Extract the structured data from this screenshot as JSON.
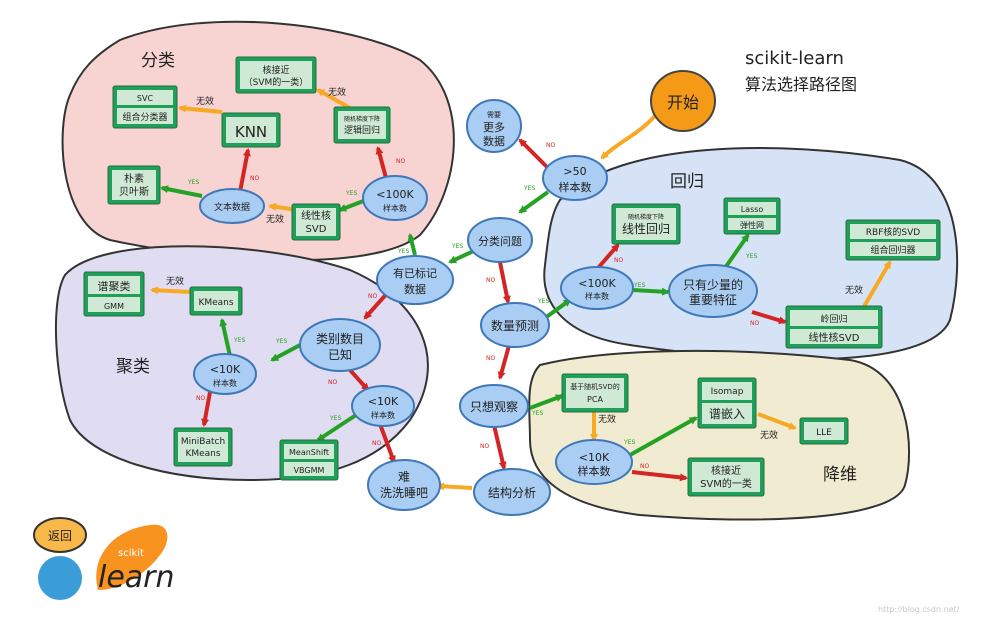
{
  "title": {
    "line1": "scikit-learn",
    "line2": "算法选择路径图"
  },
  "regions": {
    "classification": "分类",
    "regression": "回归",
    "clustering": "聚类",
    "dim_reduction": "降维"
  },
  "nodes": {
    "start": "开始",
    "more_data_1": "需要",
    "more_data_2": "更多",
    "more_data_3": "数据",
    "gt50_1": ">50",
    "gt50_2": "样本数",
    "classify_q": "分类问题",
    "labeled_1": "有已标记",
    "labeled_2": "数据",
    "lt100k_c_1": "<100K",
    "lt100k_c_2": "样本数",
    "text_data": "文本数据",
    "category_known_1": "类别数目",
    "category_known_2": "已知",
    "lt10k_a_1": "<10K",
    "lt10k_a_2": "样本数",
    "lt10k_b_1": "<10K",
    "lt10k_b_2": "样本数",
    "predict_qty": "数量预测",
    "lt100k_r_1": "<100K",
    "lt100k_r_2": "样本数",
    "few_features_1": "只有少量的",
    "few_features_2": "重要特征",
    "just_looking": "只想观察",
    "lt10k_d_1": "<10K",
    "lt10k_d_2": "样本数",
    "structure": "结构分析",
    "tough_1": "难",
    "tough_2": "洗洗睡吧"
  },
  "algorithms": {
    "svc_1": "SVC",
    "svc_2": "组合分类器",
    "knn": "KNN",
    "kernel_approx_1": "核接近",
    "kernel_approx_2": "（SVM的一类）",
    "sgd_c_1": "随机梯度下降",
    "sgd_c_2": "逻辑回归",
    "naive_bayes_1": "朴素",
    "naive_bayes_2": "贝叶斯",
    "linear_svd_1": "线性核",
    "linear_svd_2": "SVD",
    "spectral_1": "谱聚类",
    "spectral_2": "GMM",
    "kmeans": "KMeans",
    "minibatch_1": "MiniBatch",
    "minibatch_2": "KMeans",
    "meanshift_1": "MeanShift",
    "meanshift_2": "VBGMM",
    "sgd_r_1": "随机梯度下降",
    "sgd_r_2": "线性回归",
    "lasso_1": "Lasso",
    "lasso_2": "弹性网",
    "rbf_1": "RBF核的SVD",
    "rbf_2": "组合回归器",
    "ridge_1": "岭回归",
    "ridge_2": "线性核SVD",
    "pca_1": "基于随机SVD的",
    "pca_2": "PCA",
    "isomap_1": "Isomap",
    "isomap_2": "谱嵌入",
    "lle": "LLE",
    "kernel_approx_r_1": "核接近",
    "kernel_approx_r_2": "SVM的一类"
  },
  "edge_labels": {
    "yes": "YES",
    "no": "NO",
    "not_working": "无效"
  },
  "logo": {
    "back": "返回",
    "scikit": "scikit",
    "learn": "learn"
  },
  "watermark": "http://blog.csdn.net/",
  "colors": {
    "classification_region": "#f7d3d1",
    "regression_region": "#d6e3f6",
    "clustering_region": "#e0dcf2",
    "dim_region": "#f1ecd1",
    "node_fill": "#a9cdf3",
    "node_stroke": "#3f78b8",
    "algo_fill": "#1fa05a",
    "algo_inner": "#cfe9d4",
    "yes_arrow": "#25a125",
    "no_arrow": "#d42525",
    "fail_arrow": "#f7a923",
    "start_fill": "#f59a17"
  }
}
